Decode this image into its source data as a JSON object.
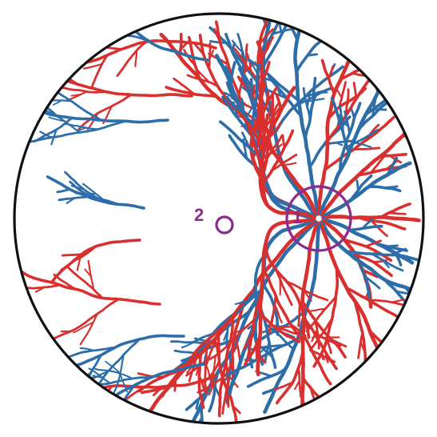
{
  "diagram": {
    "colors": {
      "artery": "#d8302f",
      "vein": "#2d6ea9",
      "marker": "#8e2a8f",
      "outline": "#111111",
      "background": "#ffffff"
    },
    "markers": [
      {
        "id": "optic-disc",
        "label": "1"
      },
      {
        "id": "fovea",
        "label": "2"
      }
    ]
  }
}
